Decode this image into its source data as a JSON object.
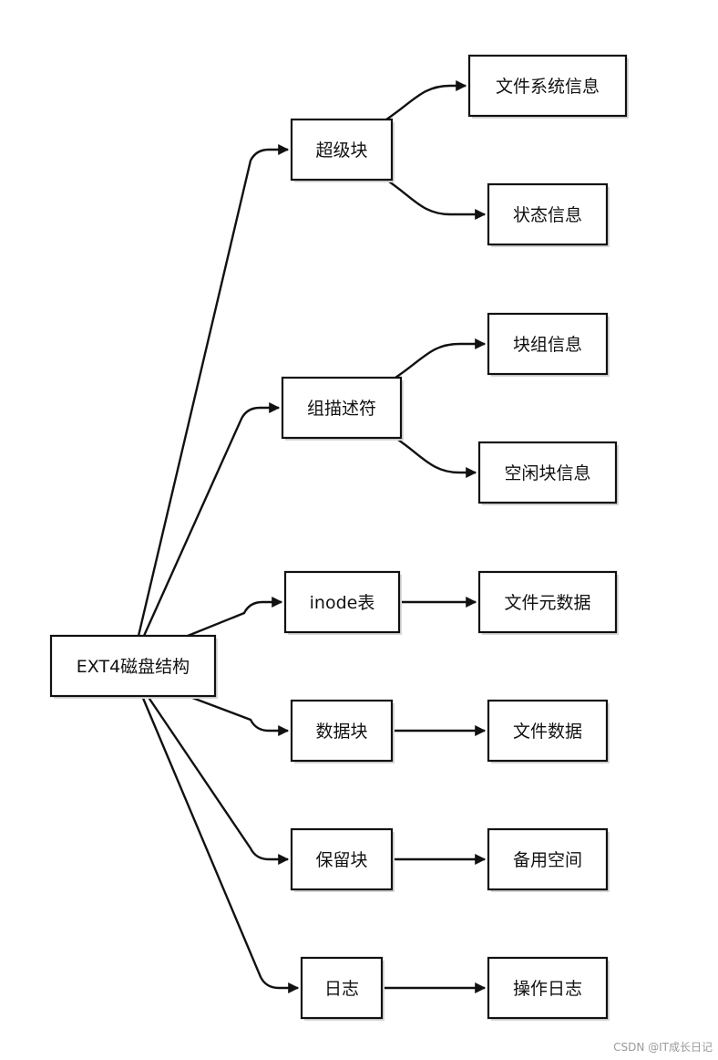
{
  "diagram": {
    "root": "EXT4磁盘结构",
    "branches": [
      {
        "label": "超级块",
        "children": [
          "文件系统信息",
          "状态信息"
        ]
      },
      {
        "label": "组描述符",
        "children": [
          "块组信息",
          "空闲块信息"
        ]
      },
      {
        "label": "inode表",
        "children": [
          "文件元数据"
        ]
      },
      {
        "label": "数据块",
        "children": [
          "文件数据"
        ]
      },
      {
        "label": "保留块",
        "children": [
          "备用空间"
        ]
      },
      {
        "label": "日志",
        "children": [
          "操作日志"
        ]
      }
    ]
  },
  "watermark": "CSDN @IT成长日记",
  "colors": {
    "stroke": "#111111",
    "background": "#ffffff",
    "shadow": "#d9d9d9",
    "watermark": "#9a9a9a"
  }
}
